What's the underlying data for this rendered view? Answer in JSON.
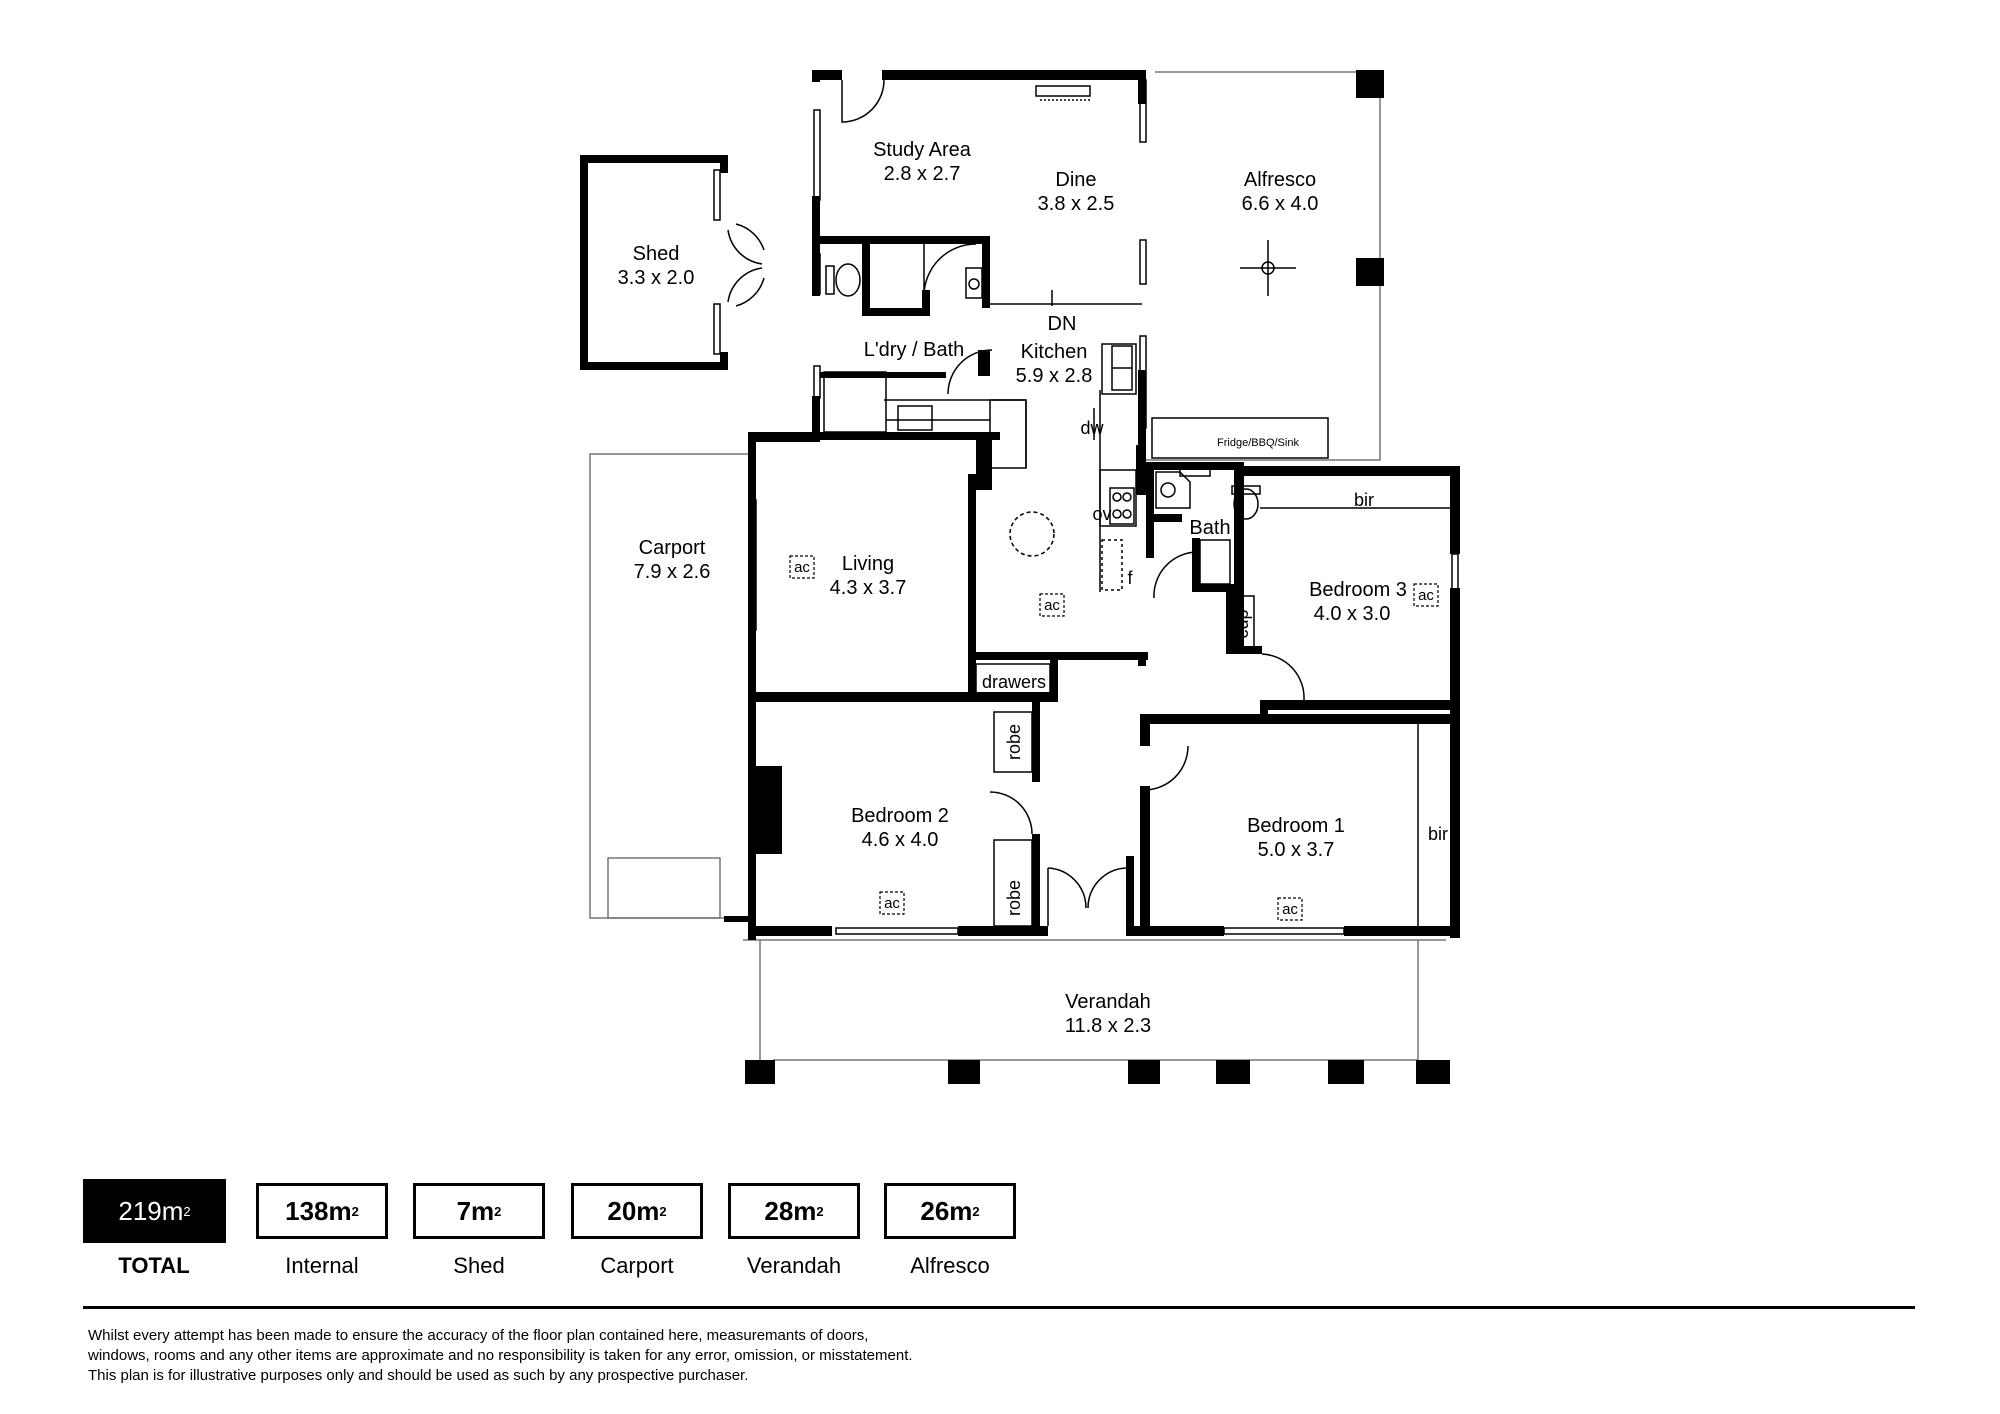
{
  "rooms": {
    "study": {
      "name": "Study Area",
      "size": "2.8 x 2.7"
    },
    "dine": {
      "name": "Dine",
      "size": "3.8 x 2.5"
    },
    "alfresco": {
      "name": "Alfresco",
      "size": "6.6 x 4.0"
    },
    "shed": {
      "name": "Shed",
      "size": "3.3 x 2.0"
    },
    "laundry": {
      "name": "L'dry / Bath"
    },
    "kitchen": {
      "name": "Kitchen",
      "size": "5.9 x 2.8"
    },
    "carport": {
      "name": "Carport",
      "size": "7.9 x 2.6"
    },
    "living": {
      "name": "Living",
      "size": "4.3 x 3.7"
    },
    "bath": {
      "name": "Bath"
    },
    "bedroom3": {
      "name": "Bedroom 3",
      "size": "4.0 x 3.0"
    },
    "bedroom2": {
      "name": "Bedroom 2",
      "size": "4.6 x 4.0"
    },
    "bedroom1": {
      "name": "Bedroom 1",
      "size": "5.0 x 3.7"
    },
    "verandah": {
      "name": "Verandah",
      "size": "11.8 x 2.3"
    }
  },
  "fixtures": {
    "dn": "DN",
    "dw": "dw",
    "ov": "ov",
    "f": "f",
    "cup": "cup",
    "bir": "bir",
    "drawers": "drawers",
    "robe": "robe",
    "ac": "ac",
    "fridge_bbq": "Fridge/BBQ/Sink"
  },
  "summary": {
    "total": {
      "value": "219m",
      "unit": "2",
      "label": "TOTAL"
    },
    "items": [
      {
        "value": "138m",
        "unit": "2",
        "label": "Internal"
      },
      {
        "value": "7m",
        "unit": "2",
        "label": "Shed"
      },
      {
        "value": "20m",
        "unit": "2",
        "label": "Carport"
      },
      {
        "value": "28m",
        "unit": "2",
        "label": "Verandah"
      },
      {
        "value": "26m",
        "unit": "2",
        "label": "Alfresco"
      }
    ]
  },
  "disclaimer": [
    "Whilst every attempt has been made to ensure the accuracy of the floor plan contained here, measuremants of doors,",
    "windows, rooms and any other items are approximate and no responsibility is taken for any error, omission, or misstatement.",
    "This plan is for illustrative purposes only and should be used as such by any prospective purchaser."
  ]
}
